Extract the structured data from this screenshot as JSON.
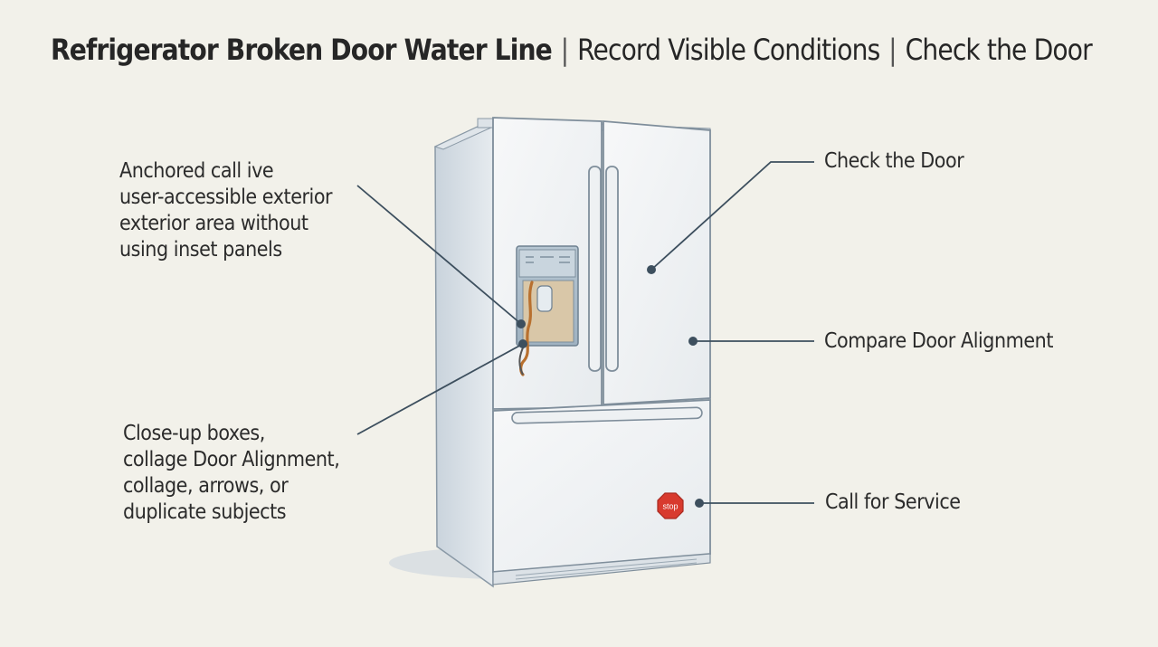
{
  "title": {
    "main": "Refrigerator Broken Door Water Line",
    "separator": "|",
    "part2": "Record Visible Conditions",
    "part3": "Check the Door"
  },
  "callouts": {
    "left_top": [
      "Anchored call ive",
      "user-accessible exterior",
      "exterior area without",
      "using inset panels"
    ],
    "left_bottom": [
      "Close-up boxes,",
      "collage Door Alignment,",
      "collage, arrows, or",
      "duplicate subjects"
    ],
    "right_check_door": "Check the Door",
    "right_alignment": "Compare Door Alignment",
    "right_service": "Call for Service"
  },
  "stop_sign": "stop",
  "colors": {
    "background": "#f2f1ea",
    "leader_line": "#3d4f5e",
    "stop_red": "#d83a2e",
    "water_line": "#b8702f"
  }
}
